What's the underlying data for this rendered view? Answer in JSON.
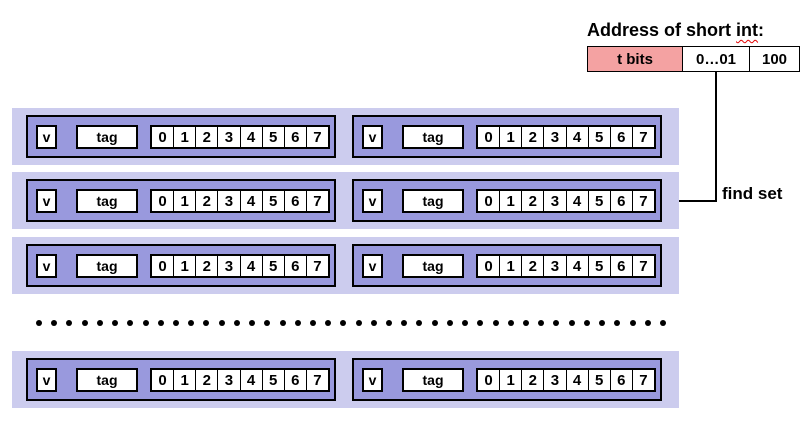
{
  "address": {
    "title_plain": "Address of short ",
    "title_squiggle": "int",
    "title_colon": ":",
    "fields": [
      "t bits",
      "0…01",
      "100"
    ]
  },
  "find_set_label": "find set",
  "line_labels": {
    "valid": "v",
    "tag": "tag",
    "bytes": [
      "0",
      "1",
      "2",
      "3",
      "4",
      "5",
      "6",
      "7"
    ]
  },
  "sets_shown": 4,
  "lines_per_set": 2,
  "ellipsis_dot_count": 42,
  "highlight_color": "#f4a2a2",
  "set_band_color": "#ccccee",
  "line_color": "#9999dd"
}
